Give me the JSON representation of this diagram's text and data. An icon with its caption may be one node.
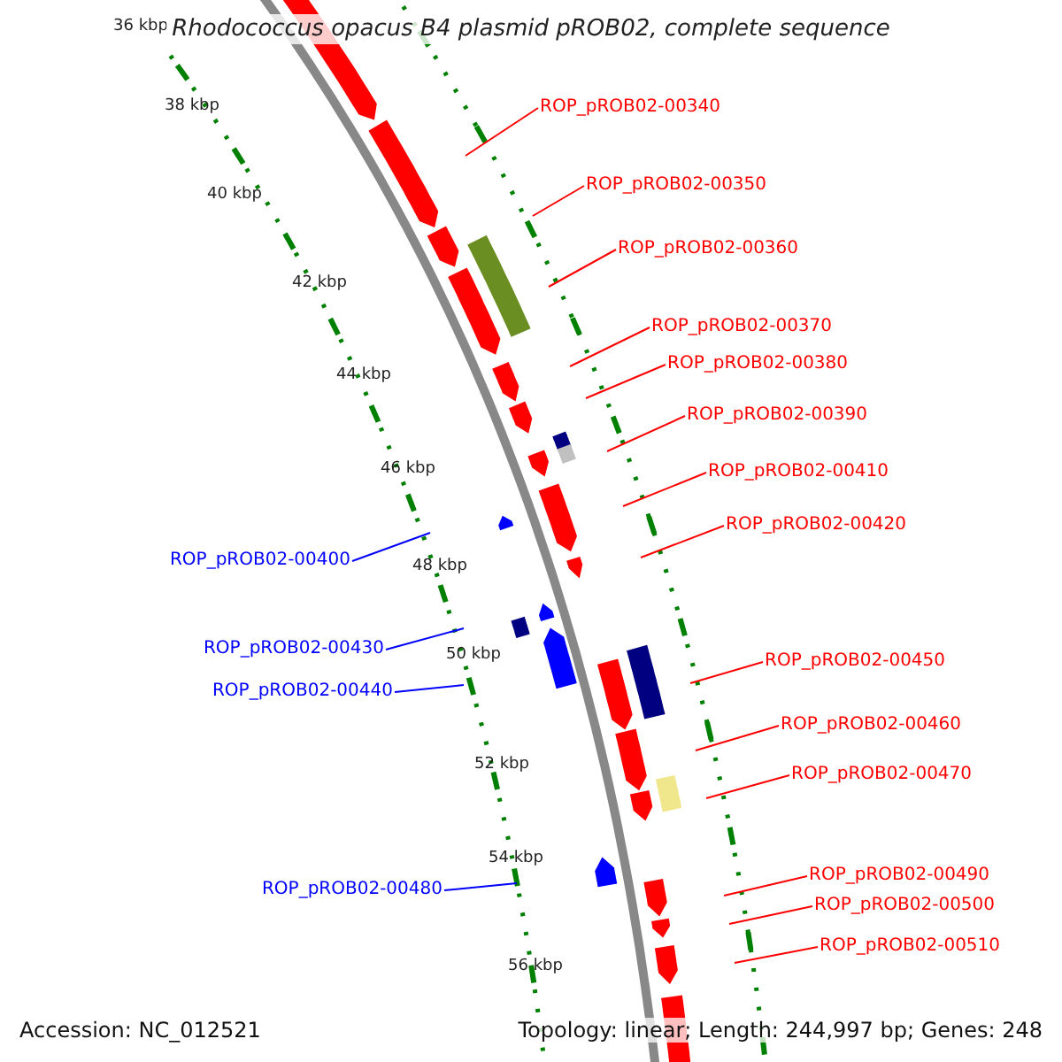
{
  "diagram": {
    "title": "Rhodococcus opacus B4 plasmid pROB02, complete sequence",
    "nodes": [
      {
        "text": [
          "ROP_pROB02-00340"
        ]
      },
      {
        "text": [
          "ROP_pROB02-00350"
        ]
      },
      {
        "text": [
          "ROP_pROB02-00360"
        ]
      },
      {
        "text": [
          "ROP_pROB02-00370"
        ]
      },
      {
        "text": [
          "ROP_pROB02-00380"
        ]
      },
      {
        "text": [
          "ROP_pROB02-00390"
        ]
      },
      {
        "text": [
          "ROP_pROB02-00410"
        ]
      },
      {
        "text": [
          "ROP_pROB02-00420"
        ]
      },
      {
        "text": [
          "ROP_pROB02-00400"
        ]
      },
      {
        "text": [
          "ROP_pROB02-00430"
        ]
      },
      {
        "text": [
          "ROP_pROB02-00450"
        ]
      },
      {
        "text": [
          "ROP_pROB02-00440"
        ]
      },
      {
        "text": [
          "ROP_pROB02-00460"
        ]
      },
      {
        "text": [
          "ROP_pROB02-00470"
        ]
      },
      {
        "text": [
          "ROP_pROB02-00490"
        ]
      },
      {
        "text": [
          "ROP_pROB02-00480"
        ]
      },
      {
        "text": [
          "ROP_pROB02-00500"
        ]
      },
      {
        "text": [
          "ROP_pROB02-00510"
        ]
      }
    ],
    "edges": [
      {
        "from": 0,
        "to": null,
        "arrow": "none"
      },
      {
        "from": 1,
        "to": null,
        "arrow": "none"
      },
      {
        "from": 2,
        "to": null,
        "arrow": "none"
      },
      {
        "from": 3,
        "to": null,
        "arrow": "none"
      },
      {
        "from": 4,
        "to": null,
        "arrow": "none"
      },
      {
        "from": 5,
        "to": null,
        "arrow": "none"
      },
      {
        "from": 6,
        "to": null,
        "arrow": "none"
      },
      {
        "from": 7,
        "to": null,
        "arrow": "none"
      },
      {
        "from": 8,
        "to": null,
        "arrow": "none",
        "color": "#0000ff"
      },
      {
        "from": 9,
        "to": null,
        "arrow": "none",
        "color": "#0000ff"
      },
      {
        "from": 10,
        "to": null,
        "arrow": "none"
      },
      {
        "from": 11,
        "to": null,
        "arrow": "none",
        "color": "#0000ff"
      },
      {
        "from": 12,
        "to": null,
        "arrow": "none"
      },
      {
        "from": 13,
        "to": null,
        "arrow": "none"
      },
      {
        "from": 14,
        "to": null,
        "arrow": "none"
      },
      {
        "from": 15,
        "to": null,
        "arrow": "none",
        "color": "#0000ff"
      },
      {
        "from": 16,
        "to": null,
        "arrow": "none"
      },
      {
        "from": 17,
        "to": null,
        "arrow": "none"
      }
    ],
    "labels": [
      "36 kbp",
      "38 kbp",
      "40 kbp",
      "42 kbp",
      "44 kbp",
      "46 kbp",
      "48 kbp",
      "50 kbp",
      "52 kbp",
      "54 kbp",
      "56 kbp",
      "Accession: NC_012521",
      "Topology: linear; Length: 244,997 bp; Genes: 248"
    ]
  }
}
